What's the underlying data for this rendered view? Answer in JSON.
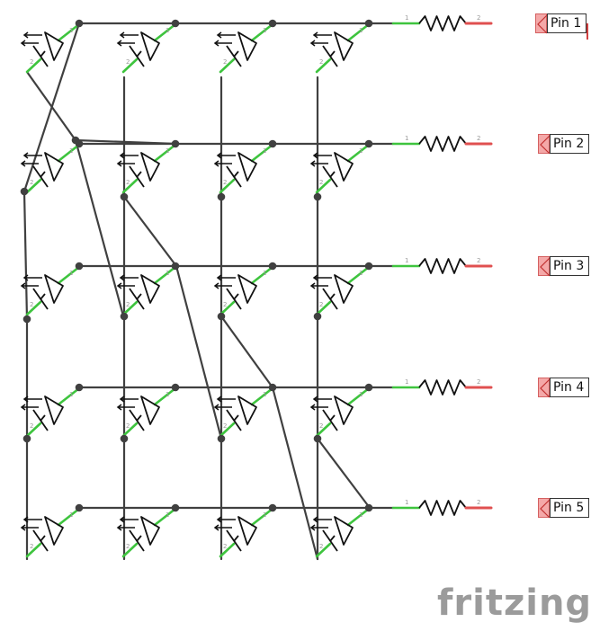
{
  "diagram": {
    "pins": [
      {
        "label": "Pin 1"
      },
      {
        "label": "Pin 2"
      },
      {
        "label": "Pin 3"
      },
      {
        "label": "Pin 4"
      },
      {
        "label": "Pin 5"
      }
    ],
    "lead_numbers": {
      "one": "1",
      "two": "2"
    },
    "rows": 5,
    "columns": 4,
    "colors": {
      "wire": "#404040",
      "lead": "#3ec43e",
      "resistor_lead": "#e05050",
      "pin_flag": "#f4a8a8"
    }
  },
  "logo": {
    "text": "fritzing"
  }
}
